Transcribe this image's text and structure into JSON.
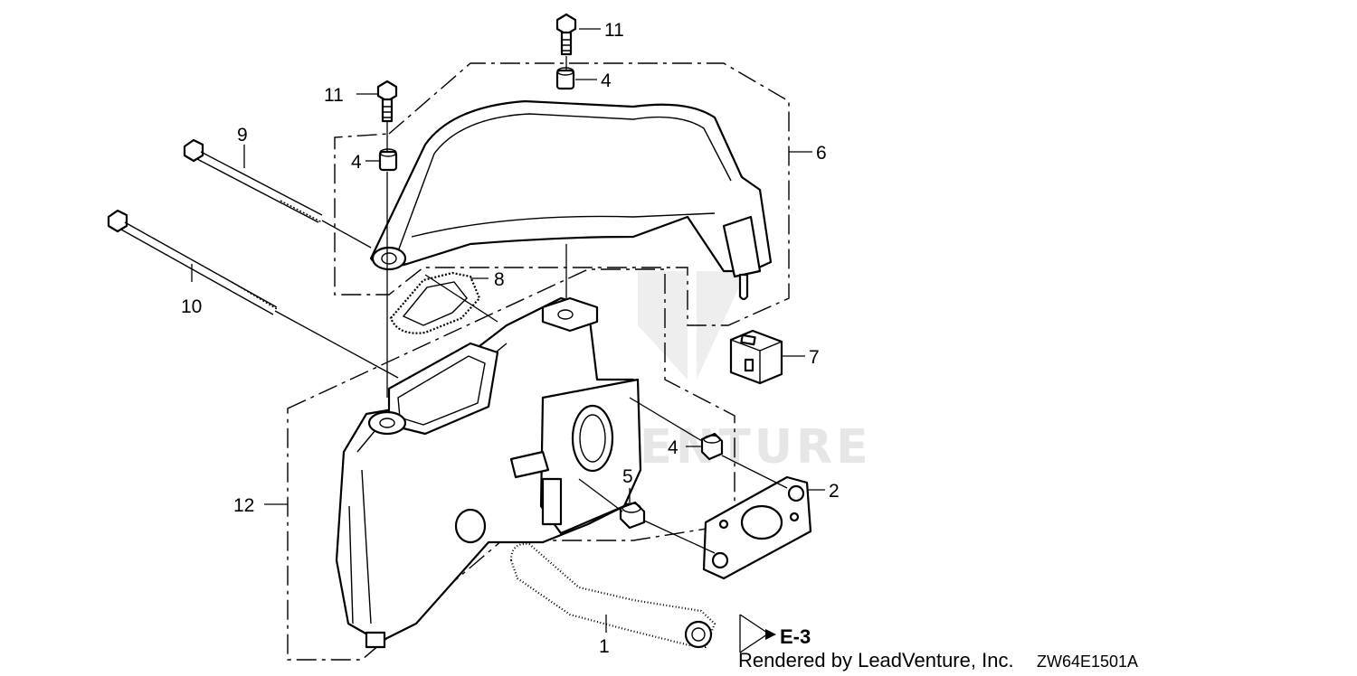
{
  "diagram": {
    "callouts": {
      "c1": "1",
      "c2": "2",
      "c4a": "4",
      "c4b": "4",
      "c4c": "4",
      "c5": "5",
      "c6": "6",
      "c7": "7",
      "c8": "8",
      "c9": "9",
      "c10": "10",
      "c11a": "11",
      "c11b": "11",
      "c12": "12"
    },
    "reference": "E-3",
    "credit": "Rendered by LeadVenture, Inc.",
    "diagram_code": "ZW64E1501A",
    "watermark": "LEADVENTURE"
  }
}
